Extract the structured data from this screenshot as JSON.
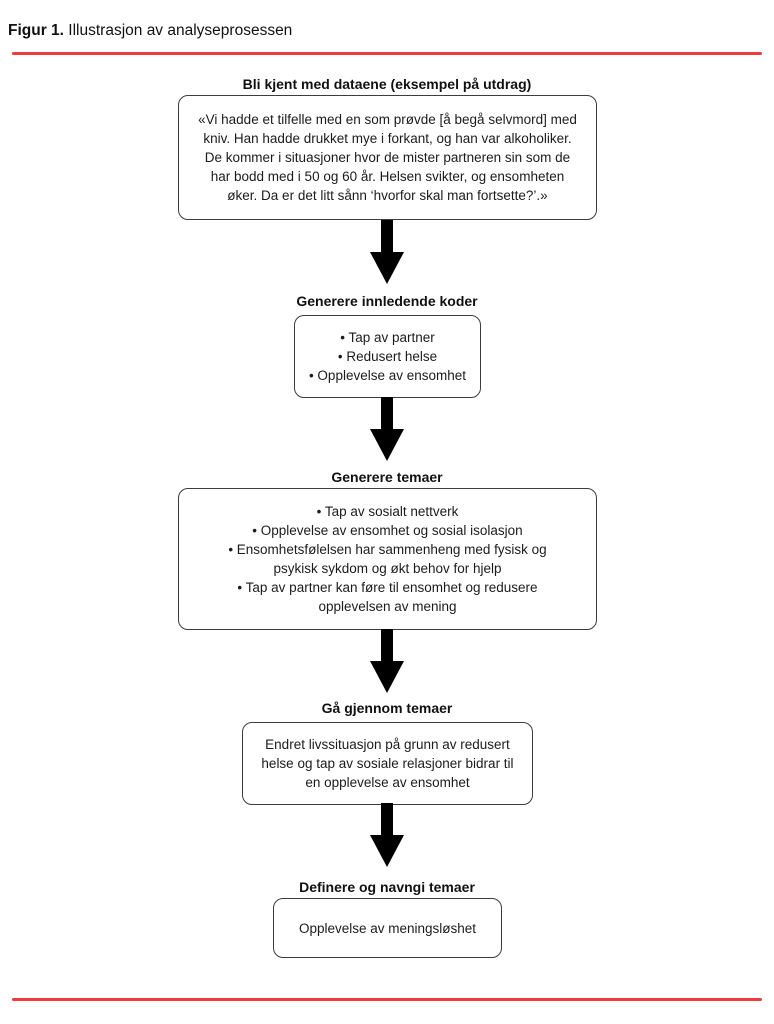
{
  "caption": {
    "label": "Figur 1.",
    "title": "Illustrasjon av analyseprosessen"
  },
  "colors": {
    "accent_red": "#ee3b40",
    "box_border": "#3c3c3c",
    "arrow": "#000000",
    "text": "#1a1a1a"
  },
  "steps": [
    {
      "heading": "Bli kjent med dataene (eksempel på utdrag)",
      "text": "«Vi hadde et tilfelle med en som prøvde [å begå selvmord] med kniv. Han hadde drukket mye i forkant, og han var alkoholiker. De kommer i situasjoner hvor de mister partneren sin som de har bodd med i 50 og 60 år. Helsen svikter, og ensomheten øker. Da er det litt sånn ‘hvorfor skal man fortsette?’.»"
    },
    {
      "heading": "Generere innledende koder",
      "items": [
        "• Tap av partner",
        "• Redusert helse",
        "• Opplevelse av ensomhet"
      ]
    },
    {
      "heading": "Generere temaer",
      "items": [
        "• Tap av sosialt nettverk",
        "• Opplevelse av ensomhet og sosial isolasjon",
        "• Ensomhetsfølelsen har sammenheng med fysisk og psykisk sykdom og økt behov for hjelp",
        "• Tap av partner kan føre til ensomhet og redusere opplevelsen av mening"
      ]
    },
    {
      "heading": "Gå gjennom temaer",
      "text": "Endret livssituasjon på grunn av redusert helse og tap av sosiale relasjoner bidrar til en opplevelse av ensomhet"
    },
    {
      "heading": "Definere og navngi temaer",
      "text": "Opplevelse av meningsløshet"
    }
  ]
}
